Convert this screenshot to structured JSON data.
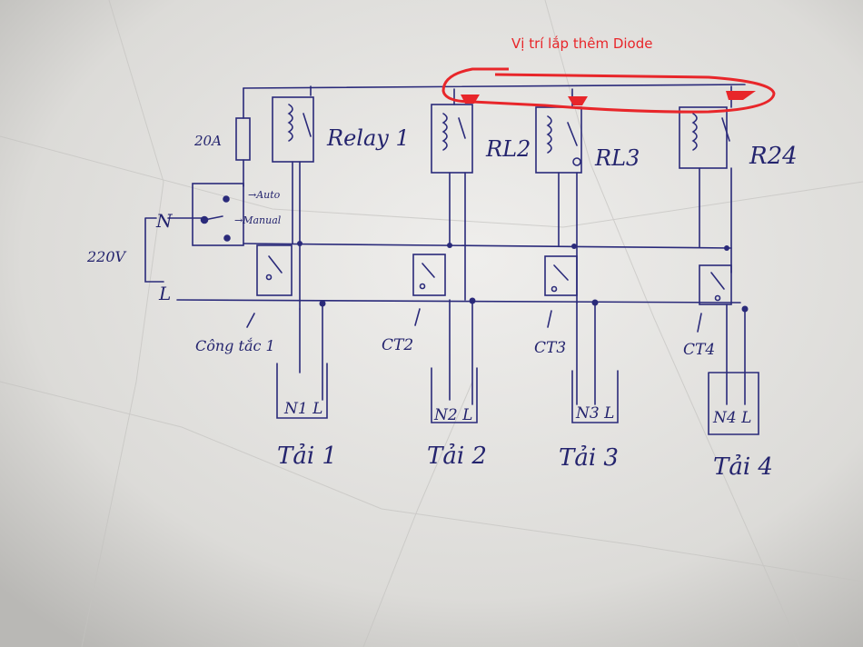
{
  "annotation": {
    "text": "Vị trí lắp thêm Diode",
    "color": "#e8262a"
  },
  "power": {
    "neutral": "N",
    "line": "L",
    "voltage": "220V",
    "fuse": "20A"
  },
  "selector": {
    "auto": "→Auto",
    "manual": "→Manual"
  },
  "relays": [
    "Relay 1",
    "RL2",
    "RL3",
    "R24"
  ],
  "switches": [
    "Công tắc 1",
    "CT2",
    "CT3",
    "CT4"
  ],
  "loads": [
    {
      "terminals": "N1 L",
      "label": "Tải 1"
    },
    {
      "terminals": "N2 L",
      "label": "Tải 2"
    },
    {
      "terminals": "N3 L",
      "label": "Tải 3"
    },
    {
      "terminals": "N4 L",
      "label": "Tải 4"
    }
  ],
  "ink_color": "#2a2a7a",
  "paper_color": "#e4e3e0"
}
